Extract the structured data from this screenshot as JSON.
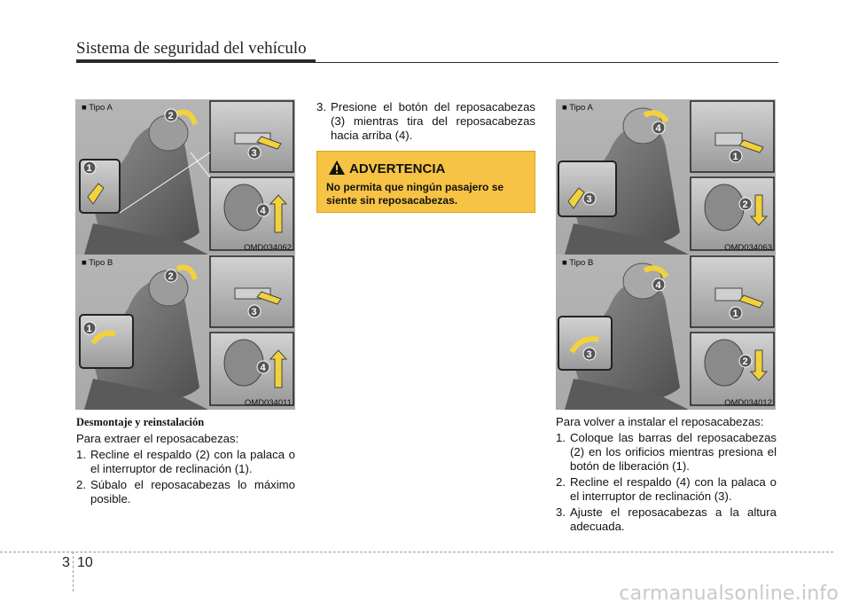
{
  "header": {
    "title": "Sistema de seguridad del vehículo"
  },
  "figures": {
    "left_top": {
      "tipo": "■ Tipo A",
      "code": "OMD034062",
      "callouts": [
        "1",
        "2",
        "3",
        "4"
      ]
    },
    "left_bottom": {
      "tipo": "■ Tipo B",
      "code": "OMD034011",
      "callouts": [
        "1",
        "2",
        "3",
        "4"
      ]
    },
    "right_top": {
      "tipo": "■ Tipo A",
      "code": "OMD034063",
      "callouts": [
        "1",
        "2",
        "3",
        "4"
      ]
    },
    "right_bottom": {
      "tipo": "■ Tipo B",
      "code": "OMD034012",
      "callouts": [
        "1",
        "2",
        "3",
        "4"
      ]
    }
  },
  "left_text": {
    "subheading": "Desmontaje y reinstalación",
    "intro": "Para extraer el reposacabezas:",
    "steps": [
      {
        "num": "1.",
        "text": "Recline el respaldo (2) con la palaca o el interruptor de reclinación (1)."
      },
      {
        "num": "2.",
        "text": "Súbalo el reposacabezas lo máximo posible."
      }
    ]
  },
  "middle_text": {
    "steps": [
      {
        "num": "3.",
        "text": "Presione el botón del reposacabezas (3) mientras tira del reposacabezas hacia arriba (4)."
      }
    ]
  },
  "warning": {
    "title": "ADVERTENCIA",
    "text": "No permita que ningún pasajero se siente sin reposacabezas.",
    "color": "#f6c344"
  },
  "right_text": {
    "intro": "Para volver a instalar el reposacabezas:",
    "steps": [
      {
        "num": "1.",
        "text": "Coloque las barras del reposacabezas (2) en los orificios mientras presiona el botón de liberación (1)."
      },
      {
        "num": "2.",
        "text": "Recline el respaldo (4) con la palaca o el interruptor de reclinación (3)."
      },
      {
        "num": "3.",
        "text": "Ajuste el reposacabezas a la altura adecuada."
      }
    ]
  },
  "footer": {
    "chapter": "3",
    "page": "10"
  },
  "watermark": {
    "text": "carmanualsonline.info"
  }
}
